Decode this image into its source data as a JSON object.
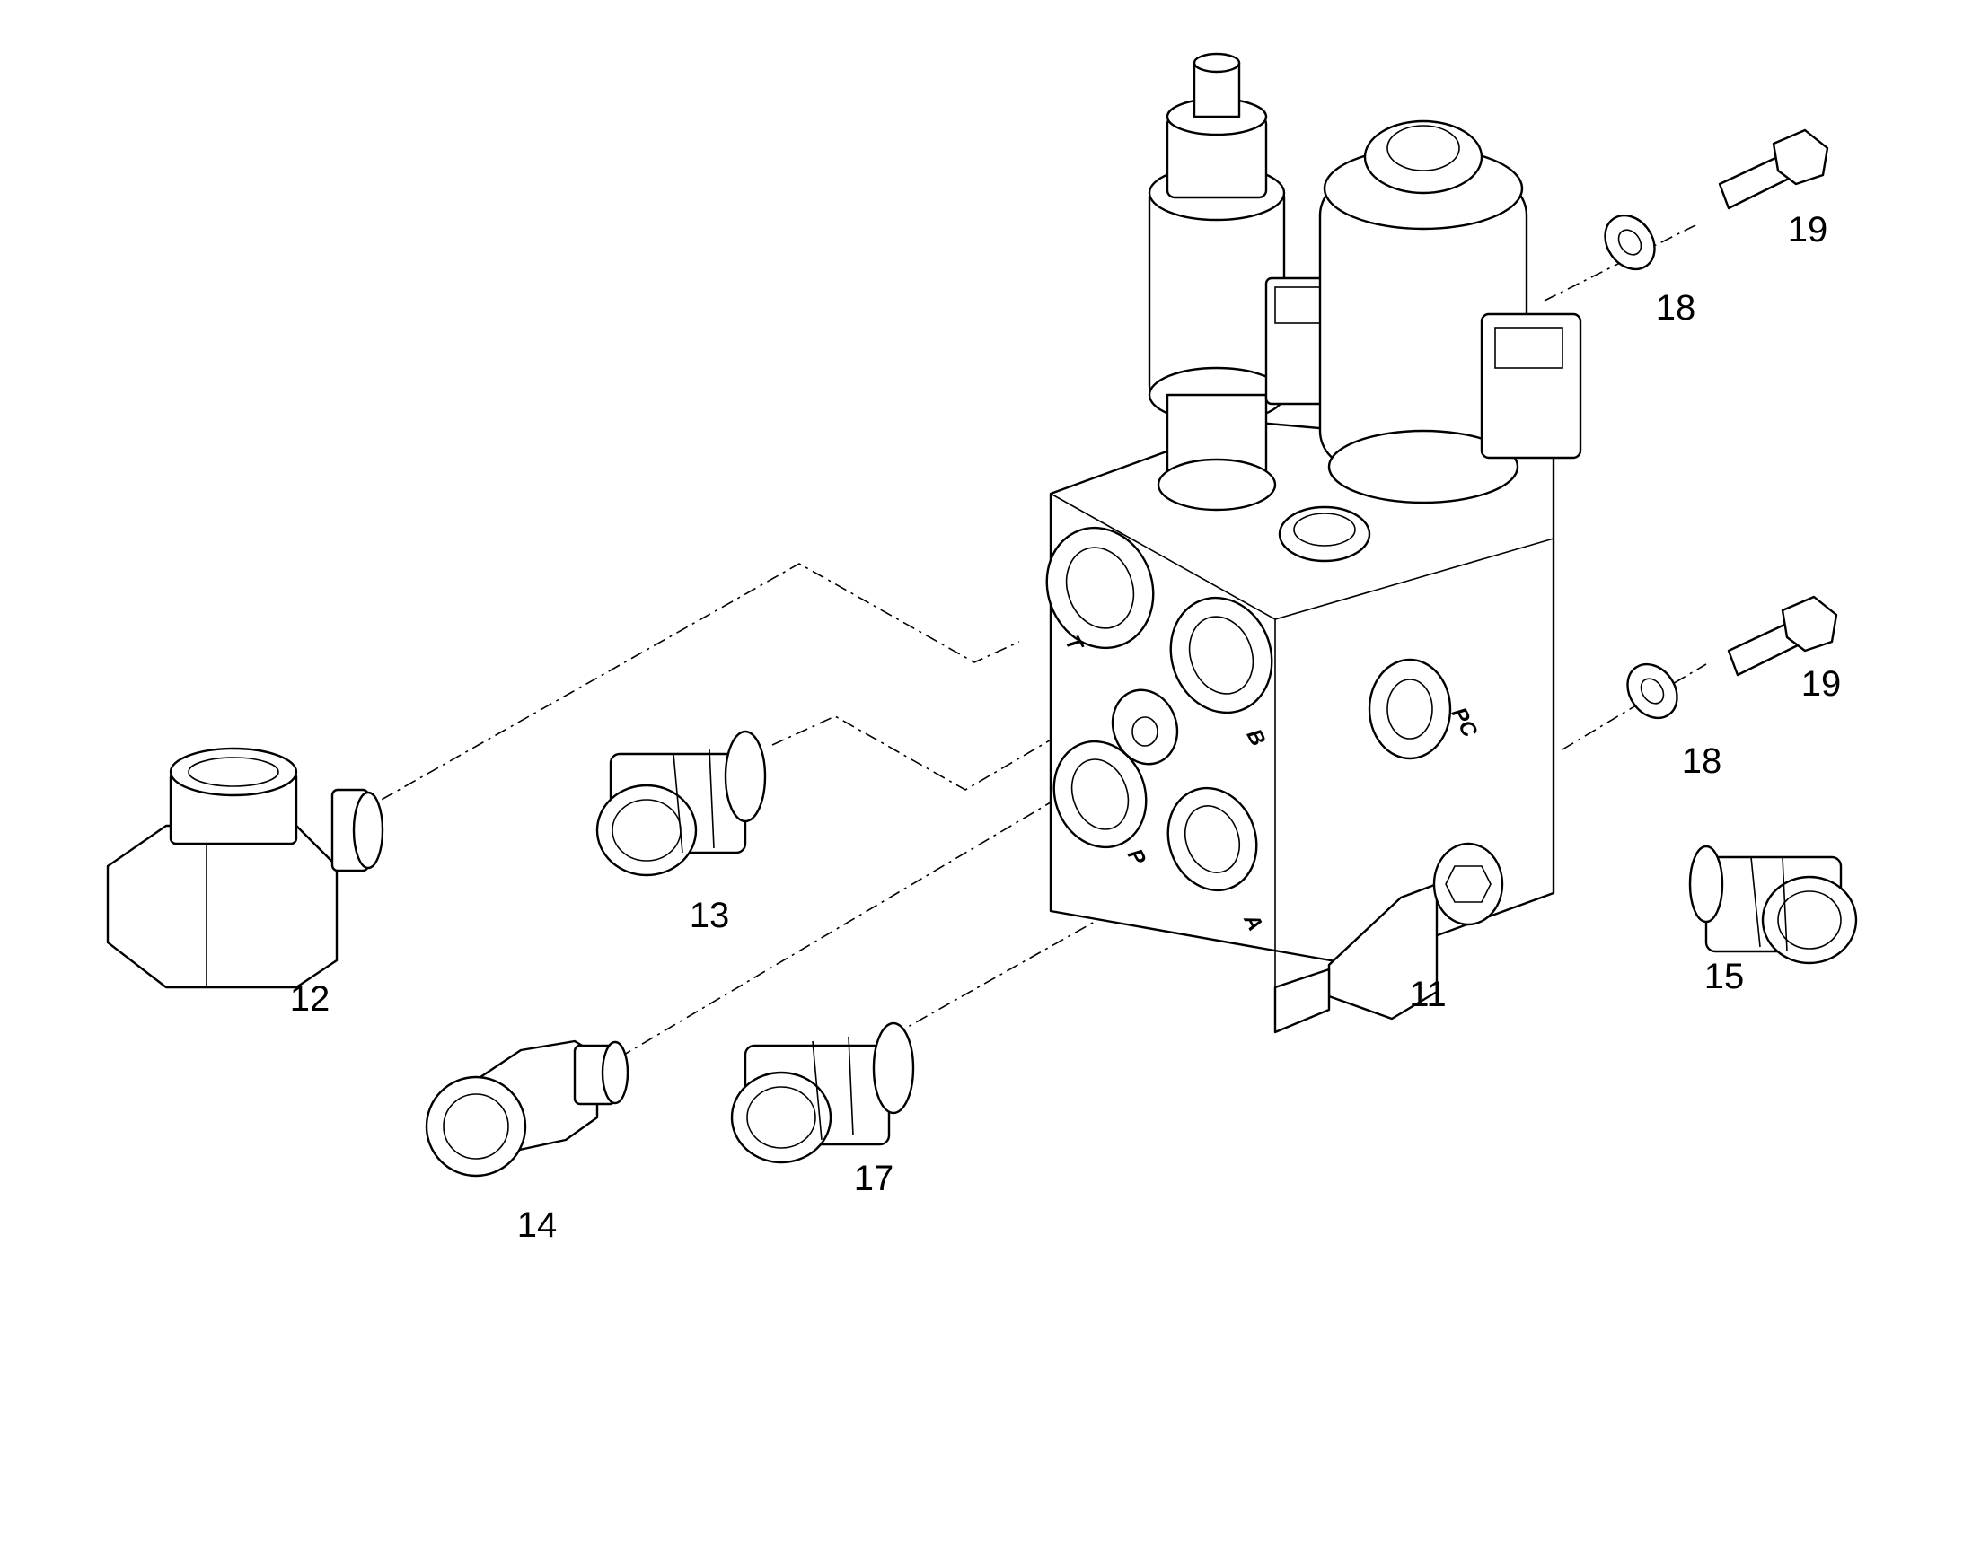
{
  "callouts": [
    {
      "id": "11",
      "label": "11"
    },
    {
      "id": "12",
      "label": "12"
    },
    {
      "id": "13",
      "label": "13"
    },
    {
      "id": "14",
      "label": "14"
    },
    {
      "id": "15",
      "label": "15"
    },
    {
      "id": "17",
      "label": "17"
    },
    {
      "id": "18a",
      "label": "18"
    },
    {
      "id": "18b",
      "label": "18"
    },
    {
      "id": "19a",
      "label": "19"
    },
    {
      "id": "19b",
      "label": "19"
    }
  ],
  "ports": [
    {
      "id": "T",
      "label": "T"
    },
    {
      "id": "B",
      "label": "B"
    },
    {
      "id": "P",
      "label": "P"
    },
    {
      "id": "A",
      "label": "A"
    },
    {
      "id": "PC",
      "label": "PC"
    }
  ],
  "colors": {
    "line": "#000000",
    "background": "#ffffff"
  }
}
